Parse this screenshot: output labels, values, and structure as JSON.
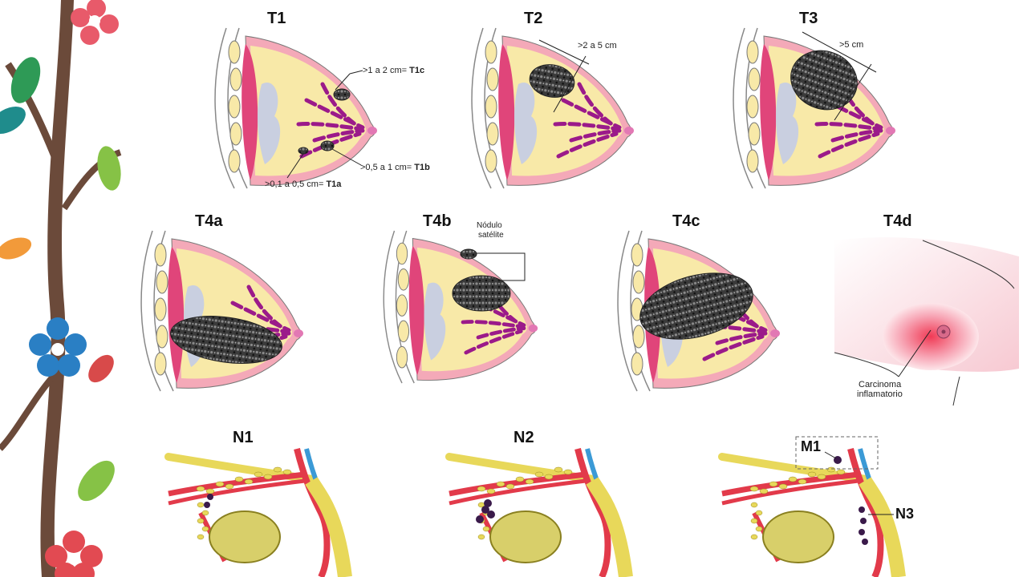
{
  "panels": {
    "t1": {
      "title": "T1",
      "labels": {
        "t1c_range": ">1 a 2 cm=",
        "t1c_tag": "T1c",
        "t1b_range": ">0,5 a 1 cm=",
        "t1b_tag": "T1b",
        "t1a_range": ">0,1 a 0,5 cm=",
        "t1a_tag": "T1a"
      }
    },
    "t2": {
      "title": "T2",
      "size_label": ">2 a 5 cm"
    },
    "t3": {
      "title": "T3",
      "size_label": ">5 cm"
    },
    "t4a": {
      "title": "T4a"
    },
    "t4b": {
      "title": "T4b",
      "satellite_label_1": "Nódulo",
      "satellite_label_2": "satélite"
    },
    "t4c": {
      "title": "T4c"
    },
    "t4d": {
      "title": "T4d",
      "carcinoma_label_1": "Carcinoma",
      "carcinoma_label_2": "inflamatorio"
    },
    "n1": {
      "title": "N1"
    },
    "n2": {
      "title": "N2"
    },
    "n3": {
      "title_m1": "M1",
      "title_n3": "N3"
    }
  },
  "colors": {
    "fat": "#f8e9a8",
    "muscle": "#e0457a",
    "skin": "#f4a9b8",
    "duct": "#9b1a8a",
    "tumor": "#3a3a3a",
    "lymph": "#e8d85a",
    "artery": "#e23a4a",
    "vein": "#3b9ad6",
    "gland": "#c9cfe0"
  }
}
